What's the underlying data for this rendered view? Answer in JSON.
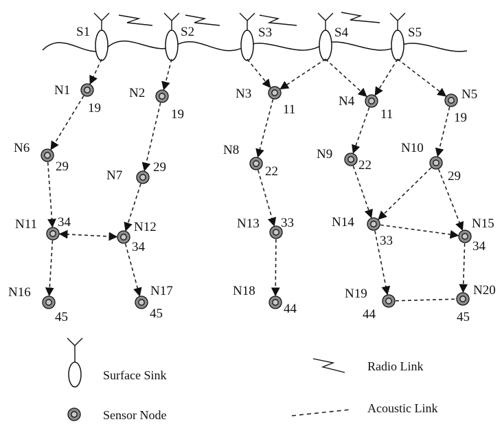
{
  "sinks": [
    {
      "id": "S1"
    },
    {
      "id": "S2"
    },
    {
      "id": "S3"
    },
    {
      "id": "S4"
    },
    {
      "id": "S5"
    }
  ],
  "nodes": [
    {
      "id": "N1",
      "depth": "19"
    },
    {
      "id": "N2",
      "depth": "19"
    },
    {
      "id": "N3",
      "depth": "11"
    },
    {
      "id": "N4",
      "depth": "11"
    },
    {
      "id": "N5",
      "depth": "19"
    },
    {
      "id": "N6",
      "depth": "29"
    },
    {
      "id": "N7",
      "depth": "29"
    },
    {
      "id": "N8",
      "depth": "22"
    },
    {
      "id": "N9",
      "depth": "22"
    },
    {
      "id": "N10",
      "depth": "29"
    },
    {
      "id": "N11",
      "depth": "34"
    },
    {
      "id": "N12",
      "depth": "34"
    },
    {
      "id": "N13",
      "depth": "33"
    },
    {
      "id": "N14",
      "depth": "33"
    },
    {
      "id": "N15",
      "depth": "34"
    },
    {
      "id": "N16",
      "depth": "45"
    },
    {
      "id": "N17",
      "depth": "45"
    },
    {
      "id": "N18",
      "depth": "44"
    },
    {
      "id": "N19",
      "depth": "44"
    },
    {
      "id": "N20",
      "depth": "45"
    }
  ],
  "legend": {
    "surface_sink": "Surface Sink",
    "sensor_node": "Sensor Node",
    "radio_link": "Radio Link",
    "acoustic_link": "Acoustic Link"
  }
}
